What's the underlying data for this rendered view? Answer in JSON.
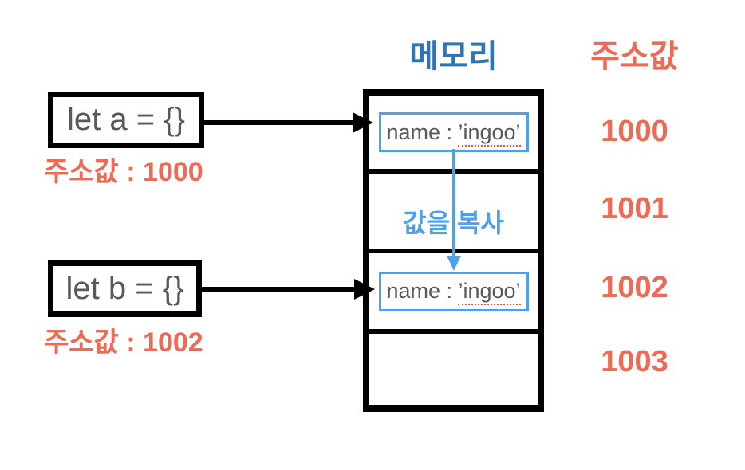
{
  "colors": {
    "coral": "#ED6A55",
    "memory_title_blue": "#2E75B6",
    "light_blue": "#4DA0EC",
    "text_gray": "#58595B",
    "value_gray": "#595959"
  },
  "headers": {
    "memory": "메모리",
    "address": "주소값"
  },
  "variables": [
    {
      "declaration": "let a = {}",
      "address_label": "주소값 : 1000"
    },
    {
      "declaration": "let b = {}",
      "address_label": "주소값 : 1002"
    }
  ],
  "memory": {
    "copy_label": "값을 복사",
    "cells": [
      {
        "address": "1000",
        "value_prefix": "name : ",
        "value_quoted": "’ingoo’"
      },
      {
        "address": "1001"
      },
      {
        "address": "1002",
        "value_prefix": "name : ",
        "value_quoted": "’ingoo’"
      },
      {
        "address": "1003"
      }
    ]
  }
}
